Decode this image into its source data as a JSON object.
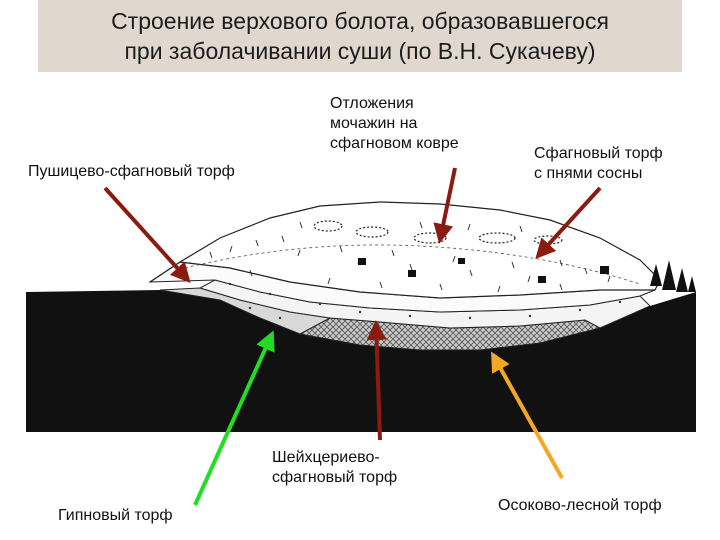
{
  "title": {
    "line1": "Строение верхового болота, образовавшегося",
    "line2": "при заболачивании суши (по В.Н. Сукачеву)"
  },
  "labels": {
    "hollows": [
      "Отложения",
      "мочажин на",
      "сфагновом ковре"
    ],
    "cotton_grass": "Пушицево-сфагновый торф",
    "pine_stumps": [
      "Сфагновый торф",
      "с пнями сосны"
    ],
    "scheuchzeria": [
      "Шейхцериево-",
      "сфагновый торф"
    ],
    "hypnum": "Гипновый торф",
    "sedge_wood": "Осоково-лесной торф"
  },
  "colors": {
    "title_background": "#e0d8cf",
    "arrow_brown": "#8b1a10",
    "arrow_green": "#22dd22",
    "arrow_orange": "#f5a623",
    "ground": "#111111"
  }
}
